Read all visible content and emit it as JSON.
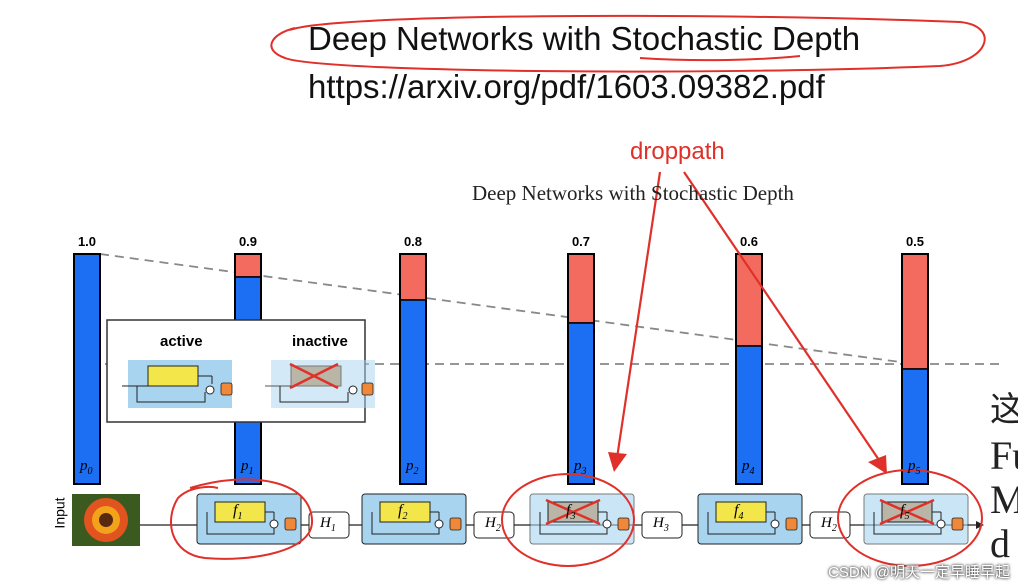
{
  "heading": {
    "title": "Deep Networks with Stochastic Depth",
    "url": "https://arxiv.org/pdf/1603.09382.pdf"
  },
  "figure": {
    "paper_title": "Deep Networks with Stochastic Depth",
    "annotation": "droppath",
    "input_label": "Input",
    "legend": {
      "active": "active",
      "inactive": "inactive"
    },
    "blocks": [
      {
        "prob_label": "1.0",
        "survival": 1.0,
        "p_label": "p0"
      },
      {
        "prob_label": "0.9",
        "survival": 0.9,
        "p_label": "p1",
        "f_label": "f1",
        "h_label": "H1",
        "dropped": false
      },
      {
        "prob_label": "0.8",
        "survival": 0.8,
        "p_label": "p2",
        "f_label": "f2",
        "h_label": "H2",
        "dropped": false
      },
      {
        "prob_label": "0.7",
        "survival": 0.7,
        "p_label": "p3",
        "f_label": "f3",
        "h_label": "H3",
        "dropped": true
      },
      {
        "prob_label": "0.6",
        "survival": 0.6,
        "p_label": "p4",
        "f_label": "f4",
        "h_label": "H2",
        "dropped": false
      },
      {
        "prob_label": "0.5",
        "survival": 0.5,
        "p_label": "p5",
        "f_label": "f5",
        "dropped": true
      }
    ]
  },
  "side_text": [
    "这",
    "Fu",
    "M",
    "d"
  ],
  "watermark": "CSDN @明天一定早睡早起",
  "colors": {
    "bar_blue": "#1c6ef2",
    "bar_red": "#f26b5e",
    "block_bg": "#a8d4ef",
    "f_yellow": "#f3e64a",
    "orange": "#f0883a",
    "annotation_red": "#e0302a"
  }
}
